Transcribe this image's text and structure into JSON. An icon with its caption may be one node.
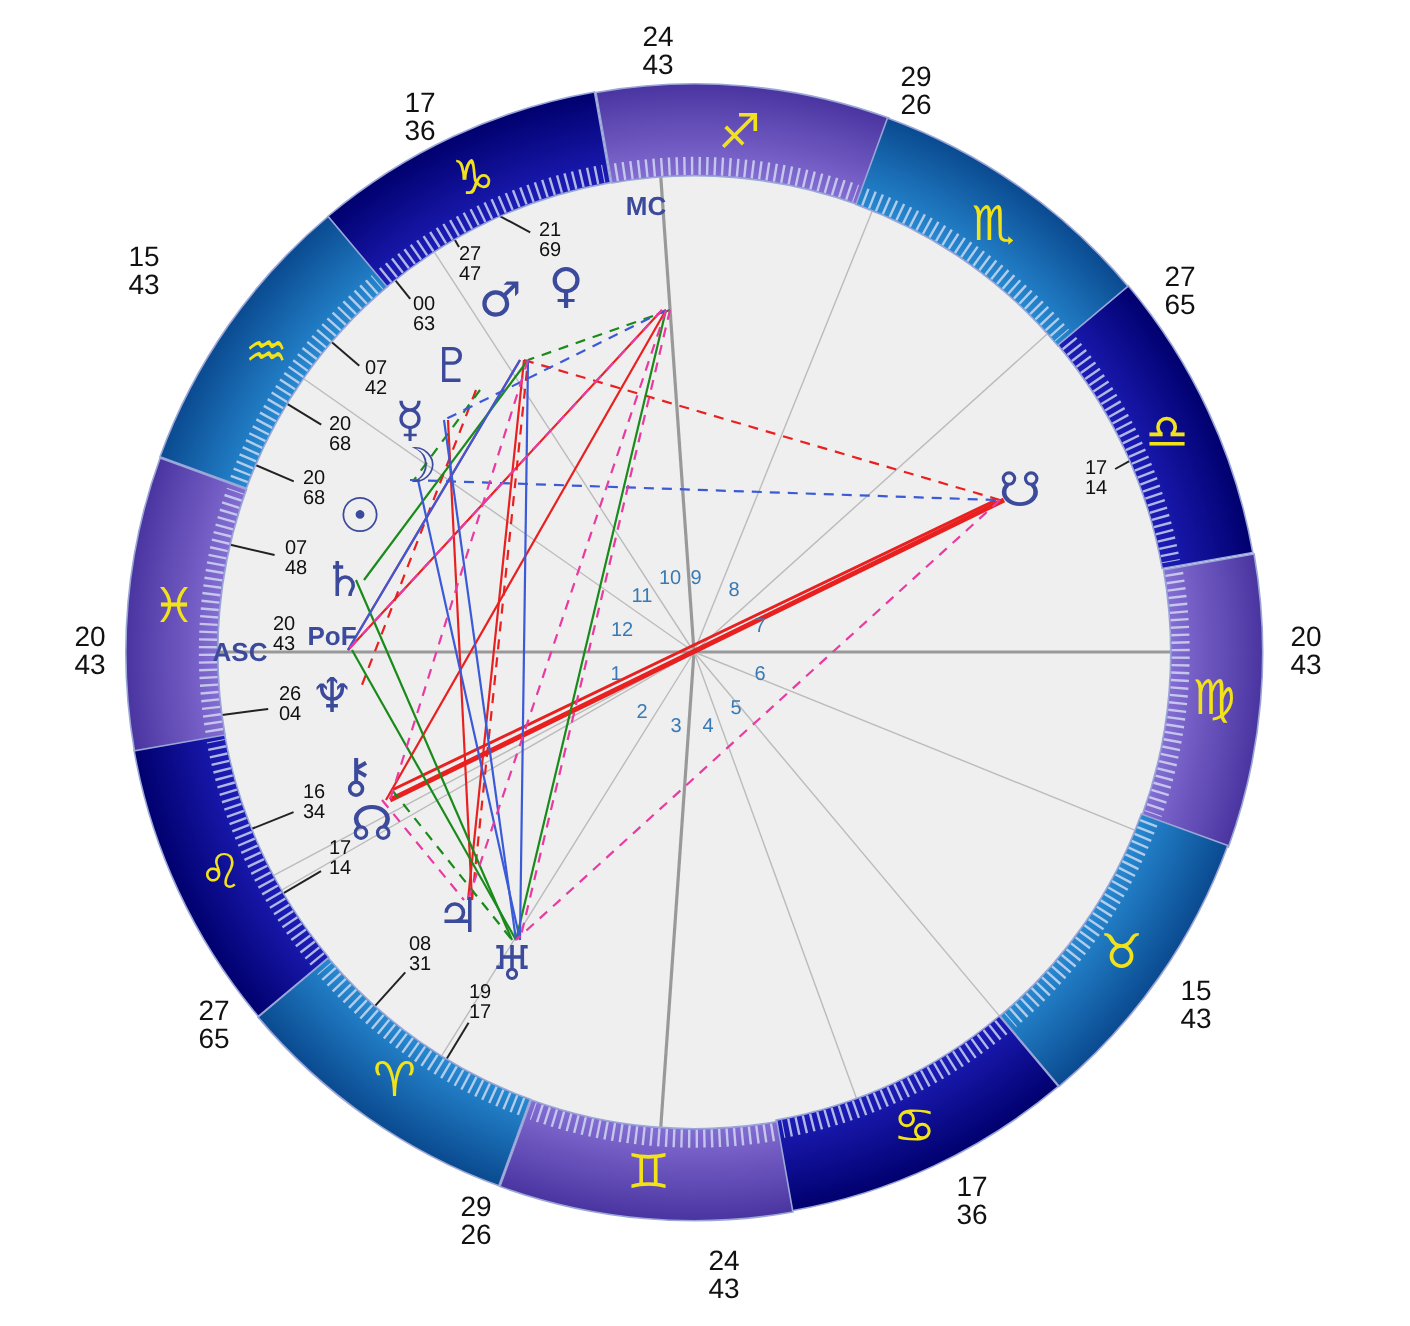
{
  "diagram": {
    "nodes": [
      {
        "text": [
          "♐"
        ]
      },
      {
        "text": [
          "♏"
        ]
      },
      {
        "text": [
          "♎"
        ]
      },
      {
        "text": [
          "♍"
        ]
      },
      {
        "text": [
          "♉"
        ]
      },
      {
        "text": [
          "♋"
        ]
      },
      {
        "text": [
          "♊"
        ]
      },
      {
        "text": [
          "♈"
        ]
      },
      {
        "text": [
          "♌"
        ]
      },
      {
        "text": [
          "♓"
        ]
      },
      {
        "text": [
          "♒"
        ]
      },
      {
        "text": [
          "♑"
        ]
      },
      {
        "text": [
          "21 69"
        ]
      },
      {
        "text": [
          "27 47"
        ]
      },
      {
        "text": [
          "00 63"
        ]
      },
      {
        "text": [
          "07 42"
        ]
      },
      {
        "text": [
          "20 68"
        ]
      },
      {
        "text": [
          "17 14"
        ]
      },
      {
        "text": [
          "20 68"
        ]
      },
      {
        "text": [
          "07 48"
        ]
      },
      {
        "text": [
          "26 04"
        ]
      },
      {
        "text": [
          "16 34"
        ]
      },
      {
        "text": [
          "17 14"
        ]
      },
      {
        "text": [
          "08 31"
        ]
      },
      {
        "text": [
          "19 17"
        ]
      }
    ],
    "edges": [
      {
        "from": 12,
        "to": 11,
        "arrow": "none"
      },
      {
        "from": 13,
        "to": 11,
        "arrow": "none"
      },
      {
        "from": 14,
        "to": 11,
        "arrow": "none"
      },
      {
        "from": 15,
        "to": 10,
        "arrow": "none"
      },
      {
        "from": 16,
        "to": 10,
        "arrow": "none"
      },
      {
        "from": 17,
        "to": 2,
        "arrow": "none"
      },
      {
        "from": 18,
        "to": 10,
        "arrow": "none"
      },
      {
        "from": 19,
        "to": 9,
        "arrow": "none"
      },
      {
        "from": 20,
        "to": 9,
        "arrow": "none"
      },
      {
        "from": 21,
        "to": 8,
        "arrow": "none"
      },
      {
        "from": 22,
        "to": 8,
        "arrow": "none"
      },
      {
        "from": 23,
        "to": 7,
        "arrow": "none"
      },
      {
        "from": 24,
        "to": 7,
        "arrow": "none"
      }
    ],
    "labels": [
      "24 43",
      "29 26",
      "17 36",
      "MC",
      "27 65",
      "15 43",
      "♂",
      "♀",
      "♇",
      "☿",
      "☽",
      "☋",
      "☉",
      "♄",
      "10",
      "9",
      "11",
      "8",
      "12",
      "7",
      "20 43",
      "ASC",
      "20 43",
      "PoF",
      "20 43",
      "1",
      "6",
      "♆",
      "2",
      "3",
      "5",
      "4",
      "⚷",
      "☊",
      "♃",
      "♅",
      "15 43",
      "27 65",
      "17 36",
      "29 26",
      "24 43"
    ]
  }
}
